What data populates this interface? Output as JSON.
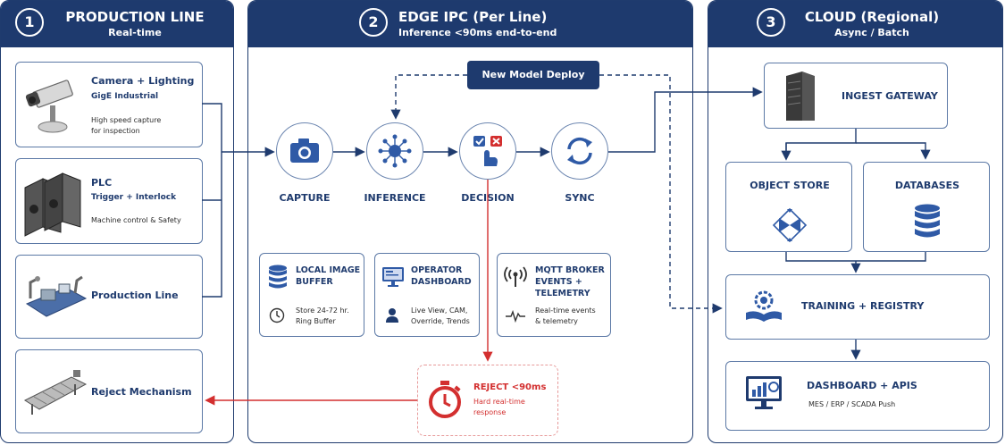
{
  "panels": {
    "production": {
      "number": "1",
      "title": "PRODUCTION LINE",
      "subtitle": "Real-time"
    },
    "edge": {
      "number": "2",
      "title": "EDGE IPC (Per Line)",
      "subtitle": "Inference <90ms end-to-end"
    },
    "cloud": {
      "number": "3",
      "title": "CLOUD (Regional)",
      "subtitle": "Async / Batch"
    }
  },
  "production": {
    "camera": {
      "title": "Camera + Lighting",
      "subtitle": "GigE Industrial",
      "desc1": "High speed capture",
      "desc2": "for inspection"
    },
    "plc": {
      "title": "PLC",
      "subtitle": "Trigger + Interlock",
      "desc": "Machine control & Safety"
    },
    "line": {
      "title": "Production Line"
    },
    "reject": {
      "title": "Reject Mechanism"
    }
  },
  "edge": {
    "deploy_label": "New Model Deploy",
    "stages": [
      "CAPTURE",
      "INFERENCE",
      "DECISION",
      "SYNC"
    ],
    "buffer": {
      "title1": "LOCAL IMAGE",
      "title2": "BUFFER",
      "desc1": "Store 24-72 hr.",
      "desc2": "Ring Buffer"
    },
    "operator": {
      "title1": "OPERATOR",
      "title2": "DASHBOARD",
      "desc1": "Live View, CAM,",
      "desc2": "Override, Trends"
    },
    "mqtt": {
      "title1": "MQTT BROKER",
      "title2": "EVENTS +",
      "title3": "TELEMETRY",
      "desc1": "Real-time events",
      "desc2": "& telemetry"
    },
    "reject": {
      "title": "REJECT <90ms",
      "desc1": "Hard real-time",
      "desc2": "response"
    }
  },
  "cloud": {
    "ingest": "INGEST GATEWAY",
    "object_store": "OBJECT STORE",
    "databases": "DATABASES",
    "training": "TRAINING + REGISTRY",
    "dashboard": {
      "title": "DASHBOARD + APIS",
      "desc": "MES / ERP / SCADA Push"
    }
  },
  "colors": {
    "navy": "#1e3a6e",
    "accent_blue": "#2f5aa6",
    "reject_red": "#d32f2f"
  }
}
